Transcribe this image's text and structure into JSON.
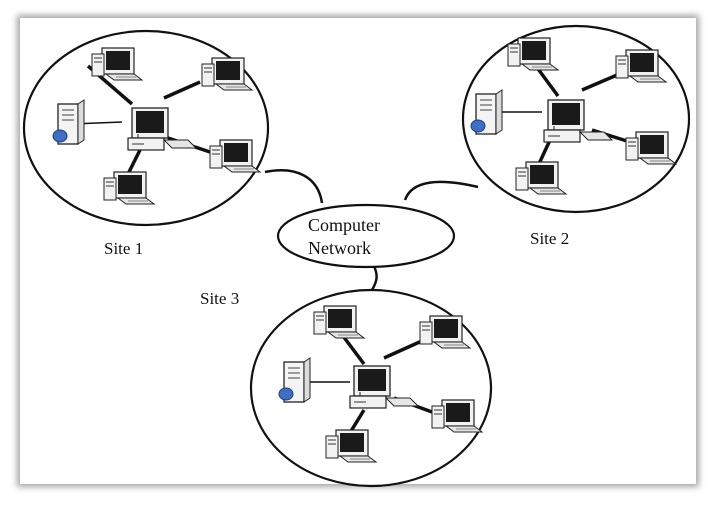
{
  "diagram": {
    "network": {
      "line1": "Computer",
      "line2": "Network"
    },
    "sites": [
      {
        "id": "site-1",
        "label": "Site 1"
      },
      {
        "id": "site-2",
        "label": "Site 2"
      },
      {
        "id": "site-3",
        "label": "Site 3"
      }
    ],
    "colors": {
      "outline": "#111111",
      "monitor_screen": "#1a1a1a",
      "server_badge": "#3f6fc2",
      "frame_shadow": "#555555"
    },
    "icons": [
      "server-icon",
      "hub-computer-icon",
      "workstation-icon"
    ]
  }
}
